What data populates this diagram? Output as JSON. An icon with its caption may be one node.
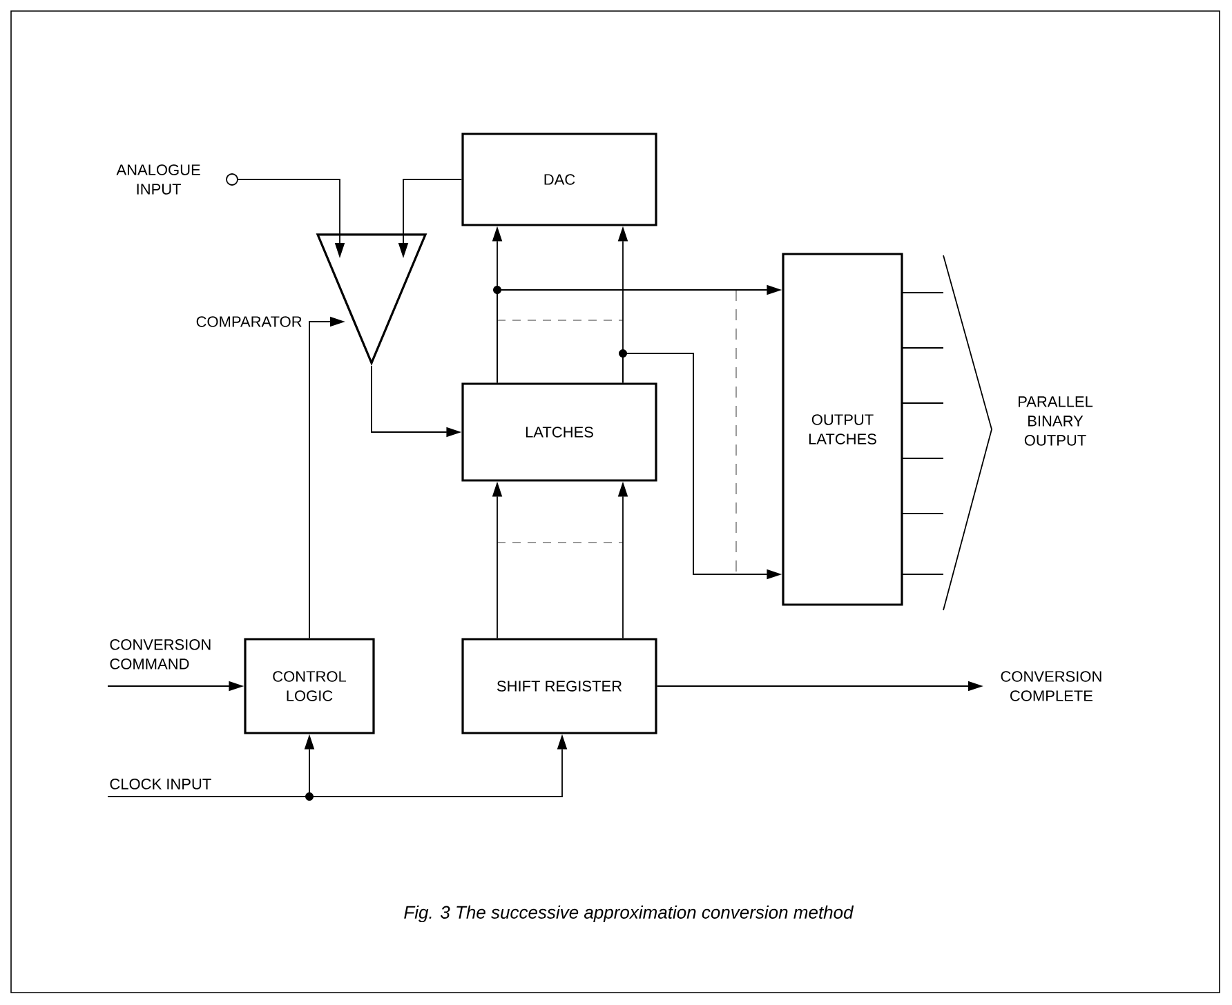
{
  "diagram": {
    "caption": "Fig. 3 The successive approximation conversion method",
    "nodes": [
      {
        "text": [
          "ANALOGUE INPUT"
        ]
      },
      {
        "text": [
          "DAC"
        ]
      },
      {
        "text": [],
        "shape": "triangle",
        "beside": [
          "COMPARATOR"
        ]
      },
      {
        "text": [
          "LATCHES"
        ]
      },
      {
        "text": [
          "OUTPUT LATCHES"
        ]
      },
      {
        "text": [
          "CONTROL LOGIC"
        ]
      },
      {
        "text": [
          "SHIFT REGISTER"
        ]
      },
      {
        "text": [
          "CONVERSION COMPLETE"
        ]
      }
    ],
    "edges": [
      {
        "from": 0,
        "to": 2,
        "arrow": "to"
      },
      {
        "from": 1,
        "to": 2,
        "arrow": "to"
      },
      {
        "from": 5,
        "to": 2,
        "arrow": "to"
      },
      {
        "from": 2,
        "to": 3,
        "arrow": "to"
      },
      {
        "from": 3,
        "to": 1,
        "arrow": "to"
      },
      {
        "from": 3,
        "to": 4,
        "arrow": "to"
      },
      {
        "from": 3,
        "to": 1,
        "arrow": "to"
      },
      {
        "from": 3,
        "to": 4,
        "arrow": "to"
      },
      {
        "from": 6,
        "to": 3,
        "arrow": "to"
      },
      {
        "from": 6,
        "to": 3,
        "arrow": "to"
      },
      {
        "from": null,
        "to": 5,
        "arrow": "to",
        "label": "CONVERSION COMMAND"
      },
      {
        "from": null,
        "to": 5,
        "arrow": "to",
        "label": "CLOCK INPUT"
      },
      {
        "from": null,
        "to": 6,
        "arrow": "to"
      },
      {
        "from": 6,
        "to": 7,
        "arrow": "to"
      }
    ],
    "labels": [
      "PARALLEL BINARY OUTPUT"
    ]
  }
}
